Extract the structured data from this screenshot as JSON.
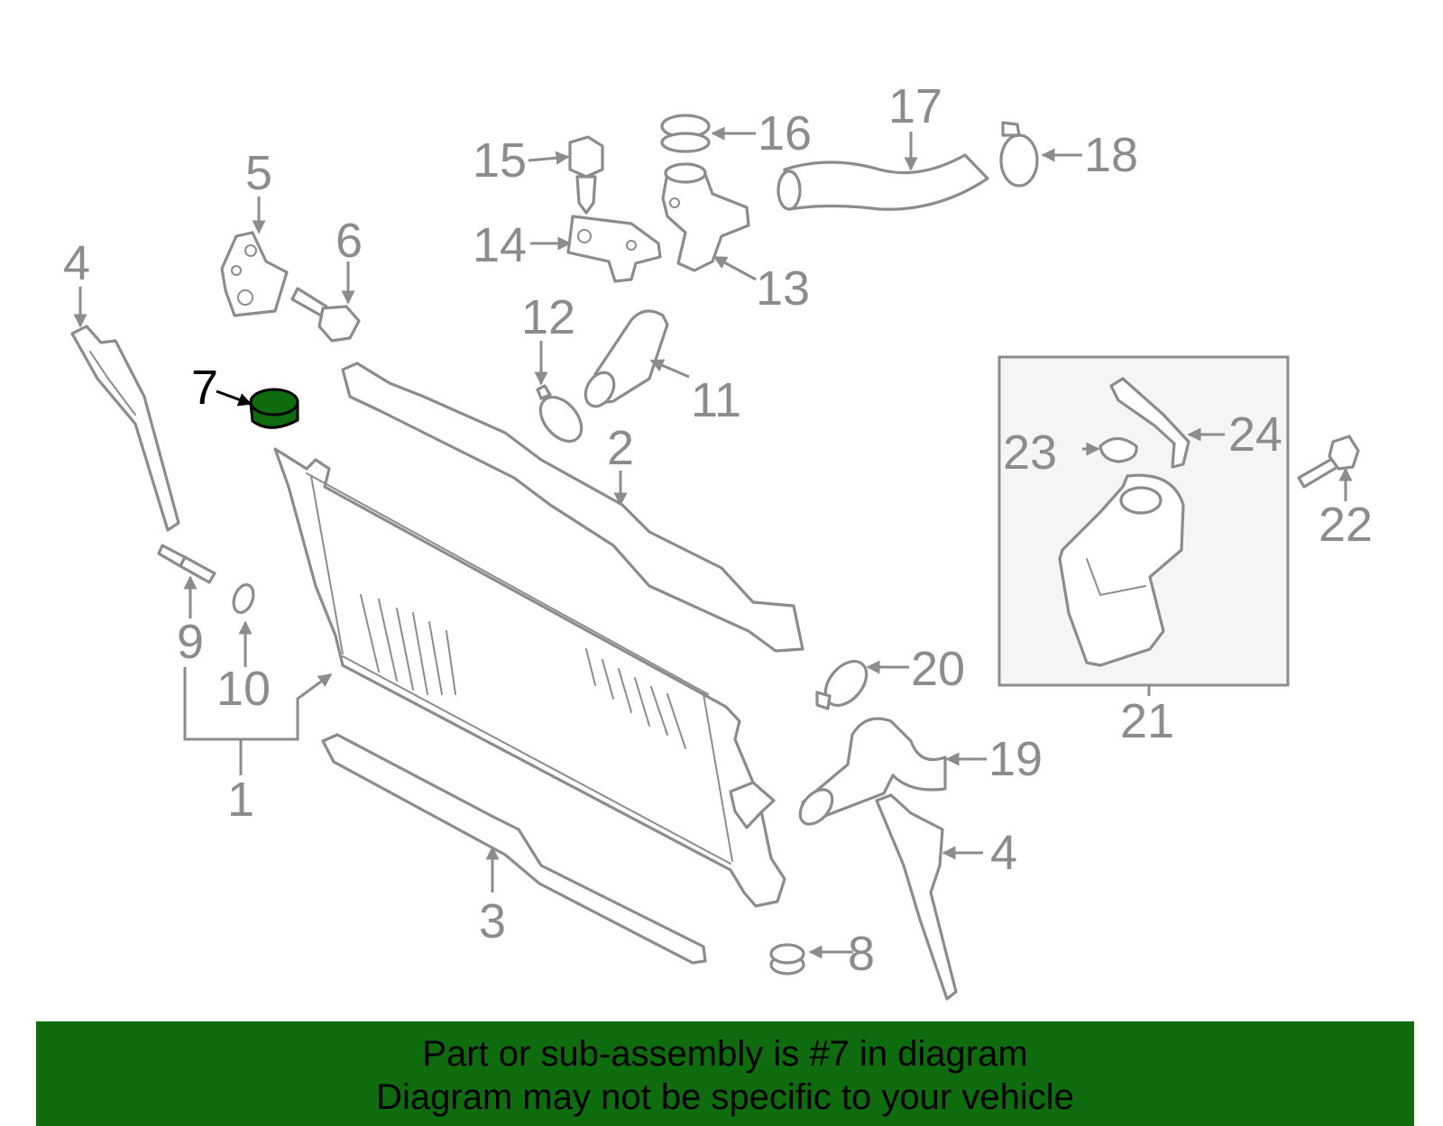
{
  "callouts": {
    "c1": "1",
    "c2": "2",
    "c3": "3",
    "c4a": "4",
    "c4b": "4",
    "c5": "5",
    "c6": "6",
    "c7": "7",
    "c8": "8",
    "c9": "9",
    "c10": "10",
    "c11": "11",
    "c12": "12",
    "c13": "13",
    "c14": "14",
    "c15": "15",
    "c16": "16",
    "c17": "17",
    "c18": "18",
    "c19": "19",
    "c20": "20",
    "c21": "21",
    "c22": "22",
    "c23": "23",
    "c24": "24"
  },
  "highlight": {
    "part": "7",
    "color": "#0e6b0e"
  },
  "colors": {
    "line": "#8c8c8c",
    "banner": "#0e6b0e",
    "inset_bg": "#f5f5f5"
  },
  "banner": {
    "line1": "Part or sub-assembly is #7 in diagram",
    "line2": "Diagram may not be specific to your vehicle"
  }
}
